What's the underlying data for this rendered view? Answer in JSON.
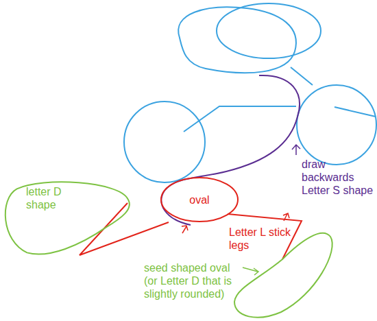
{
  "diagram": {
    "nodes": [
      {
        "text": [
          "letter D shape"
        ]
      },
      {
        "text": [
          "oval"
        ]
      }
    ],
    "labels": [
      "draw backwards Letter S shape",
      "Letter L stick legs",
      "seed shaped oval (or Letter D that is slightly rounded)"
    ]
  }
}
